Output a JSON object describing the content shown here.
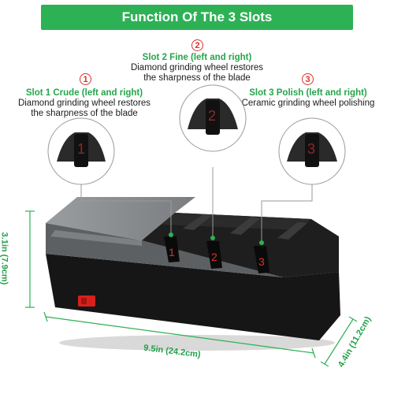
{
  "banner": {
    "title": "Function Of The 3 Slots"
  },
  "slots": [
    {
      "number": "1",
      "heading": "Slot 1 Crude (left and right)",
      "line1": "Diamond grinding wheel restores",
      "line2": "the sharpness of the blade"
    },
    {
      "number": "2",
      "heading": "Slot 2 Fine (left and right)",
      "line1": "Diamond grinding wheel restores",
      "line2": "the sharpness of the blade"
    },
    {
      "number": "3",
      "heading": "Slot 3 Polish (left and right)",
      "line1": "Ceramic grinding wheel polishing",
      "line2": ""
    }
  ],
  "dimensions": {
    "height": {
      "value": "3.1in",
      "metric": "(7.9cm)"
    },
    "width": {
      "value": "9.5in",
      "metric": "(24.2cm)"
    },
    "depth": {
      "value": "4.4in",
      "metric": "(11.2cm)"
    }
  },
  "colors": {
    "accent": "#2db155",
    "number_red": "#d6322e",
    "body_grey": "#6f7275",
    "base_black": "#151515"
  }
}
